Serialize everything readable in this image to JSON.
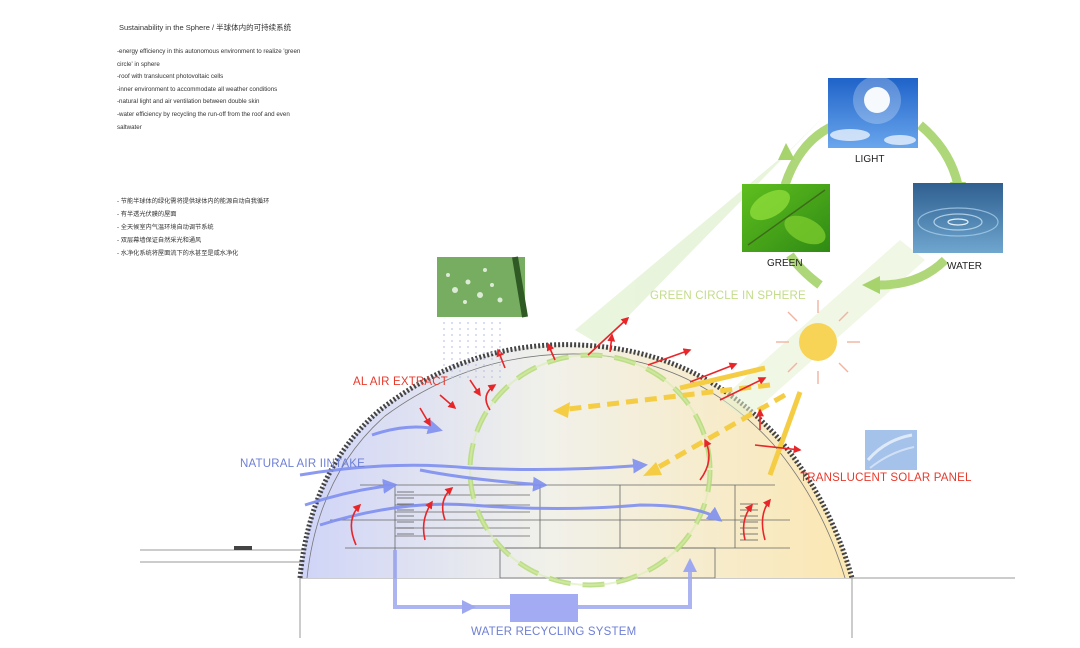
{
  "title": "Sustainability in the Sphere / 半球体内的可持续系统",
  "notes_en": [
    "-energy efficiency in this autonomous environment to realize 'green",
    "circle' in sphere",
    "-roof with translucent photovoltaic cells",
    "-inner environment to accommodate all weather conditions",
    "-natural light and air ventilation between double skin",
    "-water efficiency by recycling the run-off from the roof and even",
    "saltwater"
  ],
  "notes_cn": [
    "- 节能半球体的绿化需将提供球体内的能源自动自我循环",
    "- 有半透光伏膜的屋面",
    "- 全天候室内气温环境自动调节系统",
    "- 双层幕墙保证自然采光和通风",
    "- 水净化系统将屋面流下的水甚至是咸水净化"
  ],
  "cycle": {
    "light": "LIGHT",
    "water": "WATER",
    "green": "GREEN"
  },
  "labels": {
    "green_circle": "GREEN CIRCLE IN SPHERE",
    "air_extract": "AL AIR EXTRACT",
    "air_intake": "NATURAL AIR IINTAKE",
    "solar_panel": "TRANSLUCENT SOLAR PANEL",
    "water_recycling": "WATER RECYCLING SYSTEM"
  },
  "colors": {
    "green_arrow": "#a6d36b",
    "red_arrow": "#e8262a",
    "blue_arrow": "#7f8ff0",
    "sun": "#f7d455",
    "sun_ray": "#f0b4a0",
    "label_green": "#c3dc8a",
    "label_red": "#e83a2c",
    "label_blue": "#6e7fd6"
  }
}
